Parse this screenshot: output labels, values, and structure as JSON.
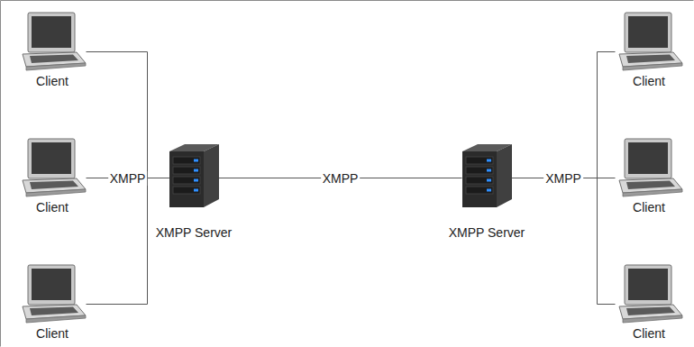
{
  "diagram": {
    "nodes": [
      {
        "text": [
          "Client"
        ]
      },
      {
        "text": [
          "Client"
        ]
      },
      {
        "text": [
          "Client"
        ]
      },
      {
        "text": [
          "XMPP Server"
        ]
      },
      {
        "text": [
          "XMPP Server"
        ]
      },
      {
        "text": [
          "Client"
        ]
      },
      {
        "text": [
          "Client"
        ]
      },
      {
        "text": [
          "Client"
        ]
      }
    ],
    "edges": [
      {
        "from": 0,
        "to": 3,
        "arrow": "none"
      },
      {
        "from": 1,
        "to": 3,
        "label": "XMPP",
        "arrow": "none"
      },
      {
        "from": 2,
        "to": 3,
        "arrow": "none"
      },
      {
        "from": 3,
        "to": 4,
        "label": "XMPP",
        "arrow": "none"
      },
      {
        "from": 4,
        "to": 5,
        "arrow": "none"
      },
      {
        "from": 4,
        "to": 6,
        "label": "XMPP",
        "arrow": "none"
      },
      {
        "from": 4,
        "to": 7,
        "arrow": "none"
      }
    ]
  }
}
